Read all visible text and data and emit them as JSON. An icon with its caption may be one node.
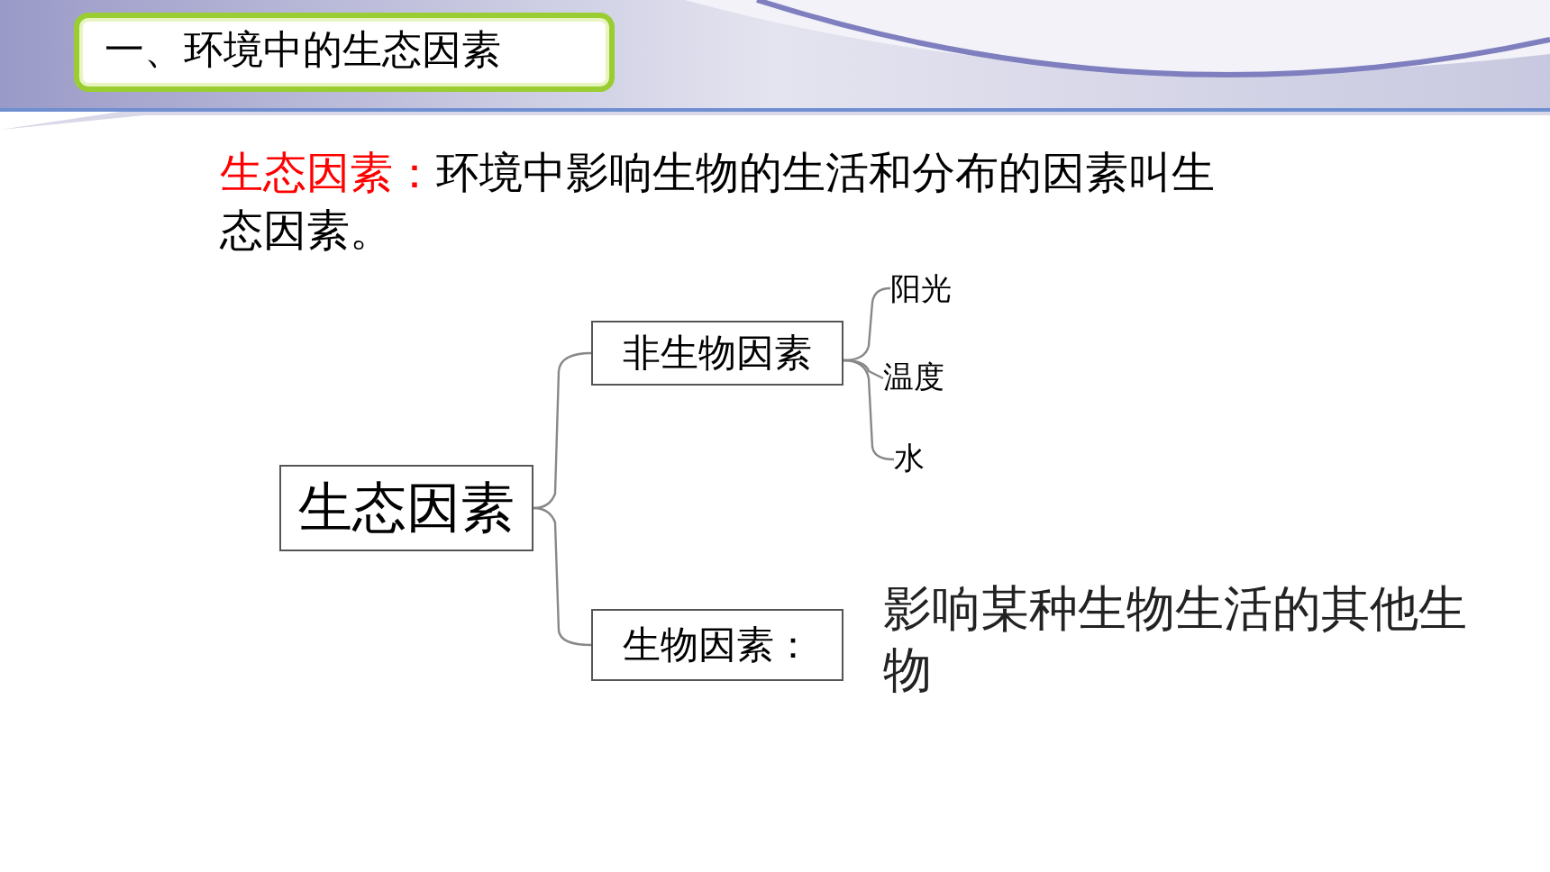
{
  "diagram": {
    "title": "一、环境中的生态因素",
    "nodes": [
      {
        "text": [
          "生态因素"
        ]
      },
      {
        "text": [
          "非生物因素"
        ]
      },
      {
        "text": [
          "生物因素："
        ],
        "beside": [
          "影响某种生物生活的其他生物"
        ]
      },
      {
        "text": [
          "阳光"
        ]
      },
      {
        "text": [
          "温度"
        ]
      },
      {
        "text": [
          "水"
        ]
      }
    ],
    "edges": [
      {
        "from": 0,
        "to": 1,
        "arrow": "none"
      },
      {
        "from": 0,
        "to": 2,
        "arrow": "none"
      },
      {
        "from": 1,
        "to": 3,
        "arrow": "none"
      },
      {
        "from": 1,
        "to": 4,
        "arrow": "none"
      },
      {
        "from": 1,
        "to": 5,
        "arrow": "none"
      }
    ],
    "labels": [
      "生态因素：",
      "环境中影响生物的生活和分布的因素叫生态因素。"
    ]
  }
}
